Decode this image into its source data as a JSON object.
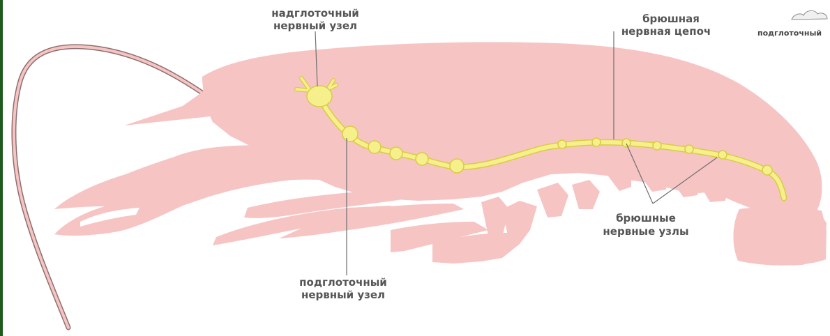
{
  "labels": {
    "supra_line1": "надглоточный",
    "supra_line2": "нервный узел",
    "ventral_line1": "брюшная",
    "ventral_line2": "нервная цепоч",
    "sub_corner": "подглоточный",
    "ganglia_line1": "брюшные",
    "ganglia_line2": "нервные узлы",
    "sub_line1": "подглоточный",
    "sub_line2": "нервный узел"
  },
  "colors": {
    "body": "#f7c4c4",
    "body_outline": "#8c7070",
    "nerve": "#f6f08c",
    "nerve_outline": "#d8cc40",
    "label": "#555555",
    "pointer_line": "#6e6e6e",
    "left_bar": "#1f5a1f"
  }
}
